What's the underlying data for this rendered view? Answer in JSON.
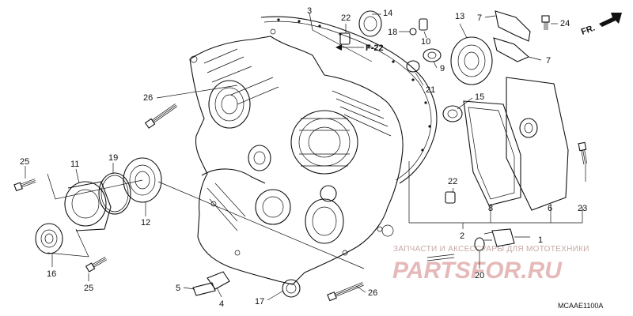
{
  "diagram": {
    "code": "MCAAE1100A",
    "figure_ref": "F-22",
    "direction_label": "FR.",
    "watermark": {
      "tagline": "ЗАПЧАСТИ И АКСЕССУАРЫ ДЛЯ МОТОТЕХНИКИ",
      "brand": "PARTSFOR.RU"
    },
    "callouts": {
      "c1": "1",
      "c2": "2",
      "c3": "3",
      "c4": "4",
      "c5": "5",
      "c6": "6",
      "c7a": "7",
      "c7b": "7",
      "c8": "8",
      "c9": "9",
      "c10": "10",
      "c11": "11",
      "c12": "12",
      "c13": "13",
      "c14": "14",
      "c15": "15",
      "c16": "16",
      "c17": "17",
      "c18": "18",
      "c19": "19",
      "c20": "20",
      "c21": "21",
      "c22a": "22",
      "c22b": "22",
      "c23": "23",
      "c24": "24",
      "c25a": "25",
      "c25b": "25",
      "c26a": "26",
      "c26b": "26"
    }
  }
}
